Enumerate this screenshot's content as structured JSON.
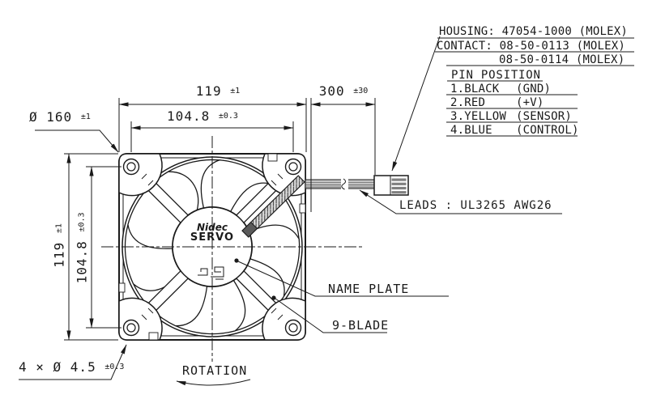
{
  "connector_block": {
    "housing": "HOUSING: 47054-1000 (MOLEX)",
    "contact": "CONTACT: 08-50-0113 (MOLEX)",
    "contact2": "08-50-0114 (MOLEX)"
  },
  "pin_position": {
    "title": "PIN POSITION",
    "pins": [
      {
        "name": "1.BLACK",
        "function": "(GND)"
      },
      {
        "name": "2.RED",
        "function": "(+V)"
      },
      {
        "name": "3.YELLOW",
        "function": "(SENSOR)"
      },
      {
        "name": "4.BLUE",
        "function": "(CONTROL)"
      }
    ]
  },
  "leads": {
    "label": "LEADS : UL3265 AWG26"
  },
  "dimensions": {
    "width_outer": {
      "value": "119",
      "tol": "±1"
    },
    "width_inner": {
      "value": "104.8",
      "tol": "±0.3"
    },
    "lead_length": {
      "value": "300",
      "tol": "±30"
    },
    "height_outer": {
      "value": "119",
      "tol": "±1"
    },
    "height_inner": {
      "value": "104.8",
      "tol": "±0.3"
    },
    "flange_diameter": {
      "value": "Ø 160",
      "tol": "±1"
    },
    "mounting_holes": {
      "value": "4 × Ø 4.5",
      "tol": "±0.3"
    }
  },
  "callouts": {
    "name_plate": "NAME PLATE",
    "blade_count": "9-BLADE",
    "rotation": "ROTATION"
  },
  "hub": {
    "brand_line1": "Nidec",
    "brand_line2": "SERVO"
  },
  "colors": {
    "line": "#1a1a1a",
    "wire_fill": "#c4c4c4",
    "pin_fill": "#808080"
  }
}
